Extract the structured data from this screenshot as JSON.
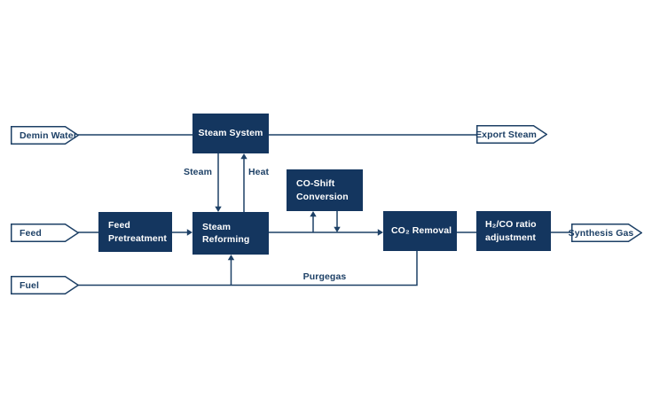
{
  "diagram": {
    "colors": {
      "navy": "#1d4066",
      "box_fill": "#14365f",
      "box_text": "#ffffff",
      "background": "#ffffff"
    },
    "io_arrows": {
      "demin_water": {
        "label": "Demin Water"
      },
      "export_steam": {
        "label": "Export Steam"
      },
      "feed": {
        "label": "Feed"
      },
      "fuel": {
        "label": "Fuel"
      },
      "synthesis_gas": {
        "label": "Synthesis Gas"
      }
    },
    "boxes": {
      "steam_system": {
        "line1": "Steam System"
      },
      "feed_pretreatment": {
        "line1": "Feed",
        "line2": "Pretreatment"
      },
      "steam_reforming": {
        "line1": "Steam",
        "line2": "Reforming"
      },
      "co_shift": {
        "line1": "CO-Shift",
        "line2": "Conversion"
      },
      "co2_removal": {
        "line1": "CO₂ Removal"
      },
      "h2_co_ratio": {
        "line1": "H₂/CO ratio",
        "line2": "adjustment"
      }
    },
    "stream_labels": {
      "steam": "Steam",
      "heat": "Heat",
      "purgegas": "Purgegas"
    }
  }
}
